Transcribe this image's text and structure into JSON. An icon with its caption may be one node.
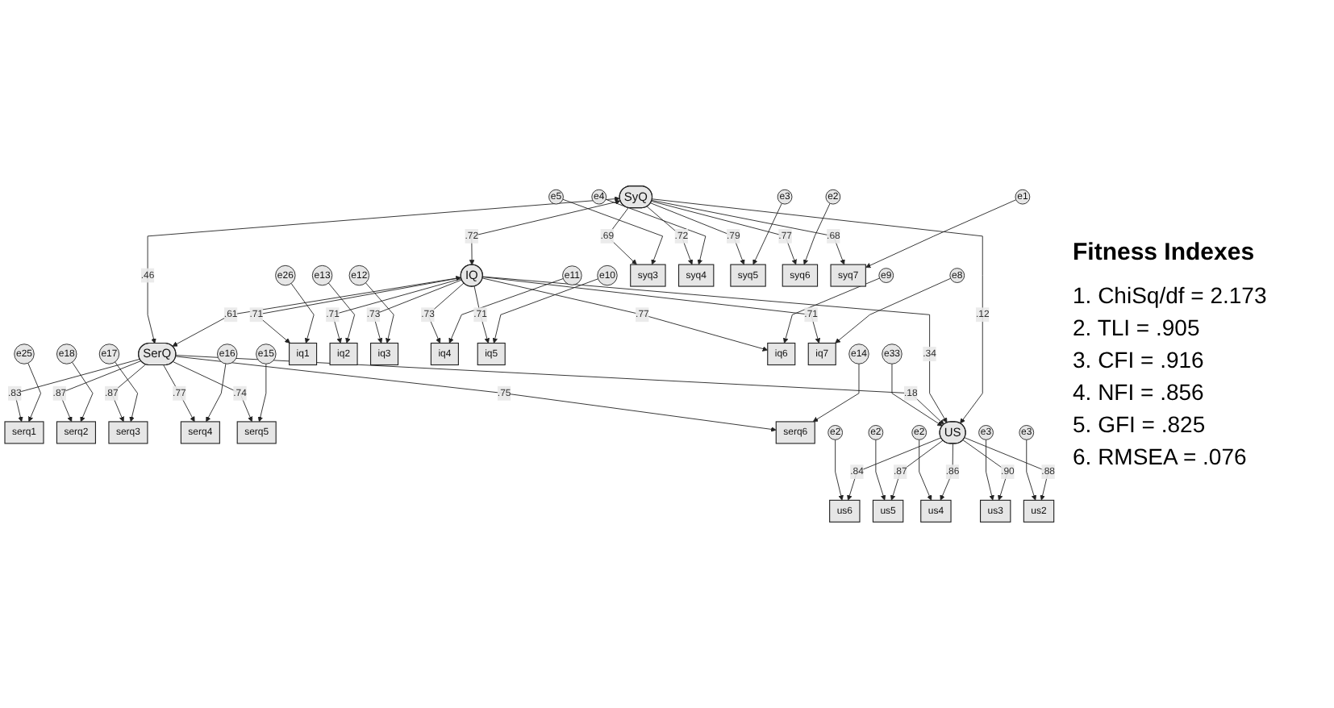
{
  "diagram": {
    "nodes": [
      {
        "text": [
          "e5"
        ]
      },
      {
        "text": [
          "e4"
        ]
      },
      {
        "text": [
          "e3"
        ]
      },
      {
        "text": [
          "e2"
        ]
      },
      {
        "text": [
          "e1"
        ]
      },
      {
        "text": [
          "e26"
        ]
      },
      {
        "text": [
          "e13"
        ]
      },
      {
        "text": [
          "e12"
        ]
      },
      {
        "text": [
          "e11"
        ]
      },
      {
        "text": [
          "e10"
        ]
      },
      {
        "text": [
          "e9"
        ]
      },
      {
        "text": [
          "e8"
        ]
      },
      {
        "text": [
          "e25"
        ]
      },
      {
        "text": [
          "e18"
        ]
      },
      {
        "text": [
          "e17"
        ]
      },
      {
        "text": [
          "e16"
        ]
      },
      {
        "text": [
          "e15"
        ]
      },
      {
        "text": [
          "e14"
        ]
      },
      {
        "text": [
          "syq3"
        ]
      },
      {
        "text": [
          "syq4"
        ]
      },
      {
        "text": [
          "syq5"
        ]
      },
      {
        "text": [
          "syq6"
        ]
      },
      {
        "text": [
          "syq7"
        ]
      },
      {
        "text": [
          "iq1"
        ]
      },
      {
        "text": [
          "iq2"
        ]
      },
      {
        "text": [
          "iq3"
        ]
      },
      {
        "text": [
          "iq4"
        ]
      },
      {
        "text": [
          "iq5"
        ]
      },
      {
        "text": [
          "iq6"
        ]
      },
      {
        "text": [
          "iq7"
        ]
      },
      {
        "text": [
          "serq1"
        ]
      },
      {
        "text": [
          "serq2"
        ]
      },
      {
        "text": [
          "serq3"
        ]
      },
      {
        "text": [
          "serq4"
        ]
      },
      {
        "text": [
          "serq5"
        ]
      },
      {
        "text": [
          "serq6"
        ]
      },
      {
        "text": [
          "SyQ"
        ]
      },
      {
        "text": [
          "IQ"
        ]
      },
      {
        "text": [
          "SerQ"
        ]
      },
      {
        "text": [
          "e33"
        ]
      },
      {
        "text": [
          "US"
        ]
      },
      {
        "text": [
          "us6"
        ]
      },
      {
        "text": [
          "us5"
        ]
      },
      {
        "text": [
          "us4"
        ]
      },
      {
        "text": [
          "us3"
        ]
      },
      {
        "text": [
          "us2"
        ]
      },
      {
        "text": [
          "e2"
        ]
      },
      {
        "text": [
          "e2"
        ]
      },
      {
        "text": [
          "e2"
        ]
      },
      {
        "text": [
          "e3"
        ]
      },
      {
        "text": [
          "e3"
        ]
      }
    ],
    "edges": [
      {
        "from": 0,
        "to": 18,
        "arrow": "to"
      },
      {
        "from": 1,
        "to": 19,
        "arrow": "to"
      },
      {
        "from": 2,
        "to": 20,
        "arrow": "to"
      },
      {
        "from": 3,
        "to": 21,
        "arrow": "to"
      },
      {
        "from": 4,
        "to": 22,
        "arrow": "to"
      },
      {
        "from": 5,
        "to": 23,
        "arrow": "to"
      },
      {
        "from": 6,
        "to": 24,
        "arrow": "to"
      },
      {
        "from": 7,
        "to": 25,
        "arrow": "to"
      },
      {
        "from": 8,
        "to": 26,
        "arrow": "to"
      },
      {
        "from": 9,
        "to": 27,
        "arrow": "to"
      },
      {
        "from": 10,
        "to": 28,
        "arrow": "to"
      },
      {
        "from": 11,
        "to": 29,
        "arrow": "to"
      },
      {
        "from": 12,
        "to": 30,
        "arrow": "to"
      },
      {
        "from": 13,
        "to": 31,
        "arrow": "to"
      },
      {
        "from": 14,
        "to": 32,
        "arrow": "to"
      },
      {
        "from": 15,
        "to": 33,
        "arrow": "to"
      },
      {
        "from": 16,
        "to": 34,
        "arrow": "to"
      },
      {
        "from": 17,
        "to": 35,
        "arrow": "to"
      },
      {
        "from": 36,
        "to": 18,
        "arrow": "to",
        "label": ".69"
      },
      {
        "from": 36,
        "to": 19,
        "arrow": "to",
        "label": ".72"
      },
      {
        "from": 36,
        "to": 20,
        "arrow": "to",
        "label": ".79"
      },
      {
        "from": 36,
        "to": 21,
        "arrow": "to",
        "label": ".77"
      },
      {
        "from": 36,
        "to": 22,
        "arrow": "to",
        "label": ".68"
      },
      {
        "from": 37,
        "to": 23,
        "arrow": "to",
        "label": ".71"
      },
      {
        "from": 37,
        "to": 24,
        "arrow": "to",
        "label": ".71"
      },
      {
        "from": 37,
        "to": 25,
        "arrow": "to",
        "label": ".73"
      },
      {
        "from": 37,
        "to": 26,
        "arrow": "to",
        "label": ".73"
      },
      {
        "from": 37,
        "to": 27,
        "arrow": "to",
        "label": ".71"
      },
      {
        "from": 37,
        "to": 28,
        "arrow": "to",
        "label": ".77"
      },
      {
        "from": 37,
        "to": 29,
        "arrow": "to",
        "label": ".71"
      },
      {
        "from": 38,
        "to": 30,
        "arrow": "to",
        "label": ".83"
      },
      {
        "from": 38,
        "to": 31,
        "arrow": "to",
        "label": ".87"
      },
      {
        "from": 38,
        "to": 32,
        "arrow": "to",
        "label": ".87"
      },
      {
        "from": 38,
        "to": 33,
        "arrow": "to",
        "label": ".77"
      },
      {
        "from": 38,
        "to": 34,
        "arrow": "to",
        "label": ".74"
      },
      {
        "from": 38,
        "to": 35,
        "arrow": "to",
        "label": ".75"
      },
      {
        "from": 36,
        "to": 37,
        "arrow": "both",
        "label": ".72"
      },
      {
        "from": 37,
        "to": 38,
        "arrow": "both",
        "label": ".61"
      },
      {
        "from": 36,
        "to": 38,
        "arrow": "both",
        "label": ".46"
      },
      {
        "from": 36,
        "to": 40,
        "arrow": "to",
        "label": ".12"
      },
      {
        "from": 37,
        "to": 40,
        "arrow": "to",
        "label": ".34"
      },
      {
        "from": 38,
        "to": 40,
        "arrow": "to",
        "label": ".18"
      },
      {
        "from": 39,
        "to": 40,
        "arrow": "to"
      },
      {
        "from": 40,
        "to": 41,
        "arrow": "to",
        "label": ".84"
      },
      {
        "from": 40,
        "to": 42,
        "arrow": "to",
        "label": ".87"
      },
      {
        "from": 40,
        "to": 43,
        "arrow": "to",
        "label": ".86"
      },
      {
        "from": 40,
        "to": 44,
        "arrow": "to",
        "label": ".90"
      },
      {
        "from": 40,
        "to": 45,
        "arrow": "to",
        "label": ".88"
      },
      {
        "from": 46,
        "to": 41,
        "arrow": "to"
      },
      {
        "from": 47,
        "to": 42,
        "arrow": "to"
      },
      {
        "from": 48,
        "to": 43,
        "arrow": "to"
      },
      {
        "from": 49,
        "to": 44,
        "arrow": "to"
      },
      {
        "from": 50,
        "to": 45,
        "arrow": "to"
      }
    ],
    "labels": [
      "Fitness Indexes",
      "1. ChiSq/df = 2.173",
      "2. TLI = .905",
      "3. CFI = .916",
      "4. NFI = .856",
      "5. GFI = .825",
      "6. RMSEA = .076"
    ]
  }
}
